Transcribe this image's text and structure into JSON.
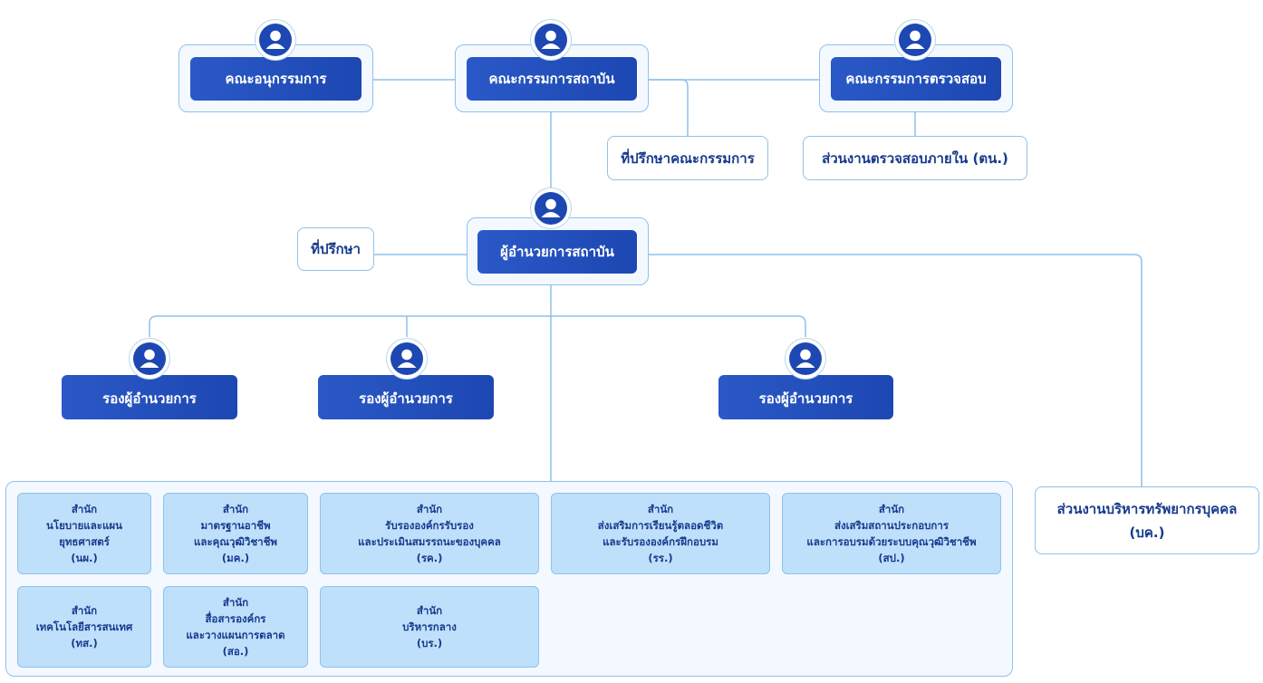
{
  "board": {
    "subcommittee": "คณะอนุกรรมการ",
    "institute_board": "คณะกรรมการสถาบัน",
    "audit_committee": "คณะกรรมการตรวจสอบ",
    "board_advisor": "ที่ปรึกษาคณะกรรมการ",
    "internal_audit": "ส่วนงานตรวจสอบภายใน (ตน.)"
  },
  "executive": {
    "director": "ผู้อำนวยการสถาบัน",
    "advisor": "ที่ปรึกษา",
    "deputies": [
      "รองผู้อำนวยการ",
      "รองผู้อำนวยการ",
      "รองผู้อำนวยการ"
    ],
    "hr_line1": "ส่วนงานบริหารทรัพยากรบุคคล",
    "hr_line2": "(บค.)"
  },
  "offices": [
    {
      "l1": "สำนัก",
      "l2": "นโยบายและแผน",
      "l3": "ยุทธศาสตร์",
      "l4": "(นผ.)"
    },
    {
      "l1": "สำนัก",
      "l2": "มาตรฐานอาชีพ",
      "l3": "และคุณวุฒิวิชาชีพ",
      "l4": "(มค.)"
    },
    {
      "l1": "สำนัก",
      "l2": "รับรององค์กรรับรอง",
      "l3": "และประเมินสมรรถนะของบุคคล",
      "l4": "(รค.)"
    },
    {
      "l1": "สำนัก",
      "l2": "ส่งเสริมการเรียนรู้ตลอดชีวิต",
      "l3": "และรับรององค์กรฝึกอบรม",
      "l4": "(รร.)"
    },
    {
      "l1": "สำนัก",
      "l2": "ส่งเสริมสถานประกอบการ",
      "l3": "และการอบรมด้วยระบบคุณวุฒิวิชาชีพ",
      "l4": "(สป.)"
    },
    {
      "l1": "สำนัก",
      "l2": "เทคโนโลยีสารสนเทศ",
      "l3": "(ทส.)",
      "l4": ""
    },
    {
      "l1": "สำนัก",
      "l2": "สื่อสารองค์กร",
      "l3": "และวางแผนการตลาด",
      "l4": "(สอ.)"
    },
    {
      "l1": "สำนัก",
      "l2": "บริหารกลาง",
      "l3": "(บร.)",
      "l4": ""
    }
  ],
  "colors": {
    "primary": "#1d47b2",
    "line": "#8fc1ea",
    "office_fill": "#bfe0fb",
    "text_dark": "#163a8c"
  },
  "icons": [
    "user-icon"
  ]
}
